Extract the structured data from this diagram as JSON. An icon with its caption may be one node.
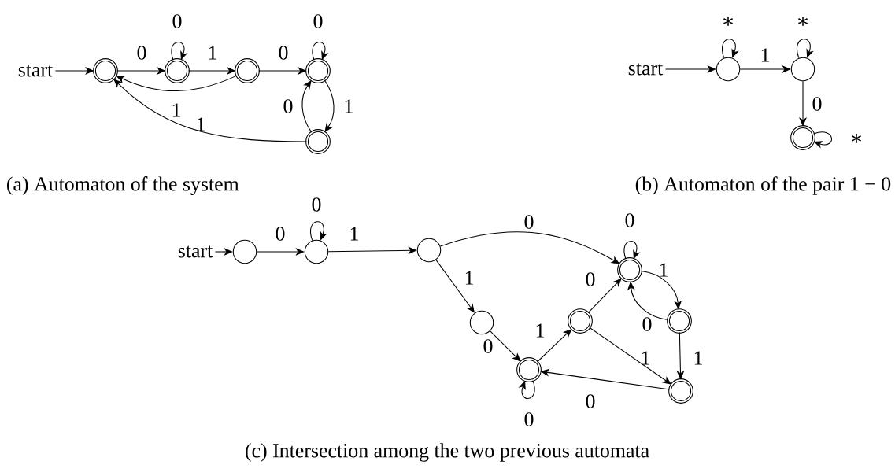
{
  "diagram": {
    "nodes": [
      {
        "text": [
          "start"
        ]
      },
      {
        "text": [],
        "shape": "ring"
      },
      {
        "text": [],
        "shape": "ring"
      },
      {
        "text": [],
        "shape": "ring"
      },
      {
        "text": [],
        "shape": "ring"
      },
      {
        "text": [],
        "shape": "ring"
      },
      {
        "text": [
          "start"
        ]
      },
      {
        "text": [],
        "shape": "circle"
      },
      {
        "text": [],
        "shape": "circle"
      },
      {
        "text": [],
        "shape": "ring"
      },
      {
        "text": [
          "start"
        ]
      },
      {
        "text": [],
        "shape": "circle"
      },
      {
        "text": [],
        "shape": "circle"
      },
      {
        "text": [],
        "shape": "circle"
      },
      {
        "text": [],
        "shape": "circle"
      },
      {
        "text": [],
        "shape": "ring"
      },
      {
        "text": [],
        "shape": "ring"
      },
      {
        "text": [],
        "shape": "ring"
      },
      {
        "text": [],
        "shape": "ring"
      },
      {
        "text": [],
        "shape": "ring"
      }
    ],
    "edges": [
      {
        "from": 0,
        "to": 1,
        "arrow": "to"
      },
      {
        "from": 1,
        "to": 2,
        "arrow": "to",
        "label": "0"
      },
      {
        "from": 2,
        "to": 2,
        "arrow": "to",
        "label": "0"
      },
      {
        "from": 2,
        "to": 3,
        "arrow": "to",
        "label": "1"
      },
      {
        "from": 3,
        "to": 4,
        "arrow": "to",
        "label": "0"
      },
      {
        "from": 3,
        "to": 1,
        "arrow": "to",
        "label": "1"
      },
      {
        "from": 4,
        "to": 4,
        "arrow": "to",
        "label": "0"
      },
      {
        "from": 4,
        "to": 5,
        "arrow": "to",
        "label": "1"
      },
      {
        "from": 5,
        "to": 4,
        "arrow": "to",
        "label": "0"
      },
      {
        "from": 5,
        "to": 1,
        "arrow": "to",
        "label": "1"
      },
      {
        "from": 6,
        "to": 7,
        "arrow": "to"
      },
      {
        "from": 7,
        "to": 7,
        "arrow": "to",
        "label": "∗"
      },
      {
        "from": 7,
        "to": 8,
        "arrow": "to",
        "label": "1"
      },
      {
        "from": 8,
        "to": 8,
        "arrow": "to",
        "label": "∗"
      },
      {
        "from": 8,
        "to": 9,
        "arrow": "to",
        "label": "0"
      },
      {
        "from": 9,
        "to": 9,
        "arrow": "to",
        "label": "∗"
      },
      {
        "from": 10,
        "to": 11,
        "arrow": "to"
      },
      {
        "from": 11,
        "to": 12,
        "arrow": "to",
        "label": "0"
      },
      {
        "from": 12,
        "to": 12,
        "arrow": "to",
        "label": "0"
      },
      {
        "from": 12,
        "to": 13,
        "arrow": "to",
        "label": "1"
      },
      {
        "from": 13,
        "to": 17,
        "arrow": "to",
        "label": "0"
      },
      {
        "from": 13,
        "to": 14,
        "arrow": "to",
        "label": "1"
      },
      {
        "from": 14,
        "to": 15,
        "arrow": "to",
        "label": "0"
      },
      {
        "from": 15,
        "to": 15,
        "arrow": "to",
        "label": "0"
      },
      {
        "from": 15,
        "to": 16,
        "arrow": "to",
        "label": "1"
      },
      {
        "from": 16,
        "to": 17,
        "arrow": "to",
        "label": "0"
      },
      {
        "from": 17,
        "to": 17,
        "arrow": "to",
        "label": "0"
      },
      {
        "from": 17,
        "to": 18,
        "arrow": "to",
        "label": "1"
      },
      {
        "from": 18,
        "to": 17,
        "arrow": "to",
        "label": "0"
      },
      {
        "from": 18,
        "to": 19,
        "arrow": "to",
        "label": "1"
      },
      {
        "from": 16,
        "to": 19,
        "arrow": "to",
        "label": "1"
      },
      {
        "from": 19,
        "to": 15,
        "arrow": "to",
        "label": "0"
      }
    ],
    "labels": [
      "(a) Automaton of the system",
      "(b) Automaton of the pair 1 − 0",
      "(c) Intersection among the two previous automata"
    ]
  }
}
